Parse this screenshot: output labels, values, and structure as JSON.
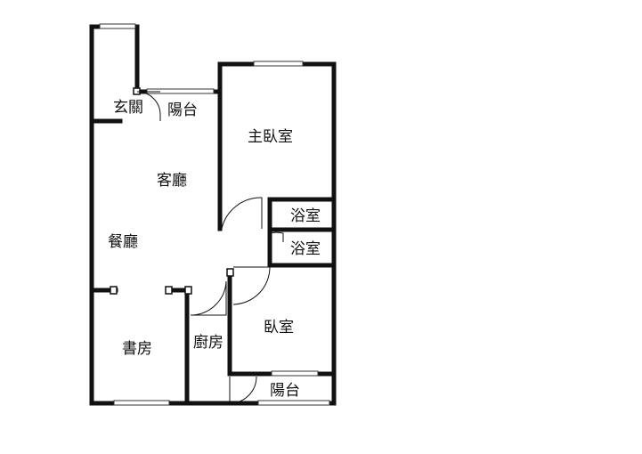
{
  "floor_plan": {
    "rooms": {
      "entrance": "玄關",
      "balcony_top": "陽台",
      "living_room": "客廳",
      "master_bedroom": "主臥室",
      "bathroom_1": "浴室",
      "bathroom_2": "浴室",
      "dining_room": "餐廳",
      "study": "書房",
      "kitchen": "廚房",
      "bedroom": "臥室",
      "balcony_bottom": "陽台"
    }
  }
}
